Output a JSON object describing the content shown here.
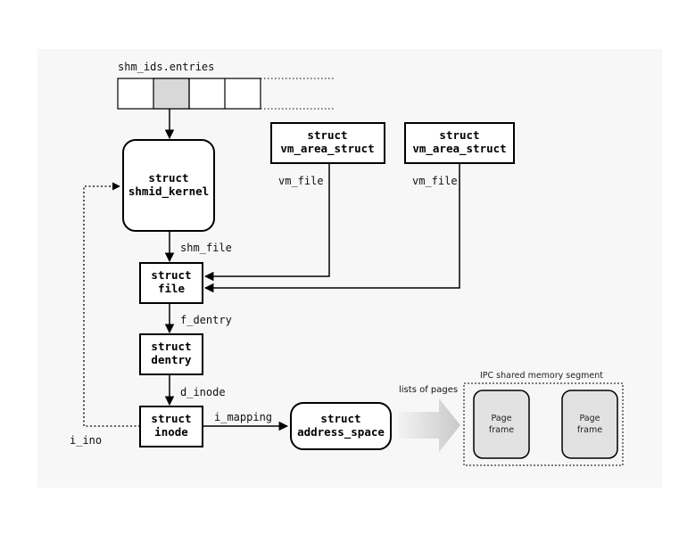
{
  "labels": {
    "entries": "shm_ids.entries",
    "vm_file_1": "vm_file",
    "vm_file_2": "vm_file",
    "shm_file": "shm_file",
    "f_dentry": "f_dentry",
    "d_inode": "d_inode",
    "i_mapping": "i_mapping",
    "i_ino": "i_ino",
    "lists_of_pages": "lists of pages",
    "segment_title": "IPC shared memory segment"
  },
  "boxes": {
    "shmid_kernel": [
      "struct",
      "shmid_kernel"
    ],
    "vma1": [
      "struct",
      "vm_area_struct"
    ],
    "vma2": [
      "struct",
      "vm_area_struct"
    ],
    "file": [
      "struct",
      "file"
    ],
    "dentry": [
      "struct",
      "dentry"
    ],
    "inode": [
      "struct",
      "inode"
    ],
    "address_space": [
      "struct",
      "address_space"
    ],
    "page1": [
      "Page",
      "frame"
    ],
    "page2": [
      "Page",
      "frame"
    ]
  },
  "colors": {
    "panel": "#f7f7f7",
    "highlight_cell": "#d8d8d8",
    "page_frame": "#e2e2e2",
    "arrow_gradient_start": "#d0d0d0",
    "arrow_gradient_end": "#f5f5f5"
  }
}
